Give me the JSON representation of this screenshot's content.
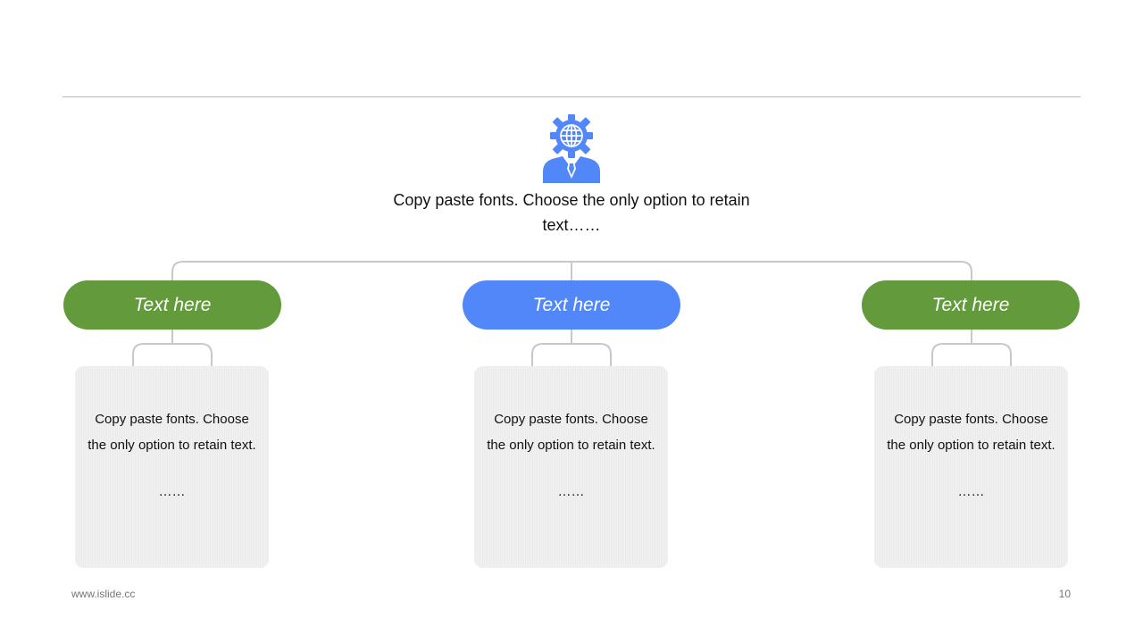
{
  "root": {
    "icon": "businessman-globe-gear-icon",
    "text": "Copy paste fonts. Choose the only option to retain text……"
  },
  "branches": [
    {
      "label": "Text here",
      "color": "#629a3c",
      "body": "Copy paste fonts. Choose the only option to retain text.",
      "ellipsis": "……"
    },
    {
      "label": "Text here",
      "color": "#5287fa",
      "body": "Copy paste fonts. Choose the only option to retain text.",
      "ellipsis": "……"
    },
    {
      "label": "Text here",
      "color": "#629a3c",
      "body": "Copy paste fonts. Choose the only option to retain text.",
      "ellipsis": "……"
    }
  ],
  "footer": {
    "url": "www.islide.cc",
    "page": "10"
  },
  "colors": {
    "green": "#629a3c",
    "blue": "#5287fa",
    "connector": "#c8c8c8",
    "card": "#eeeeee"
  }
}
